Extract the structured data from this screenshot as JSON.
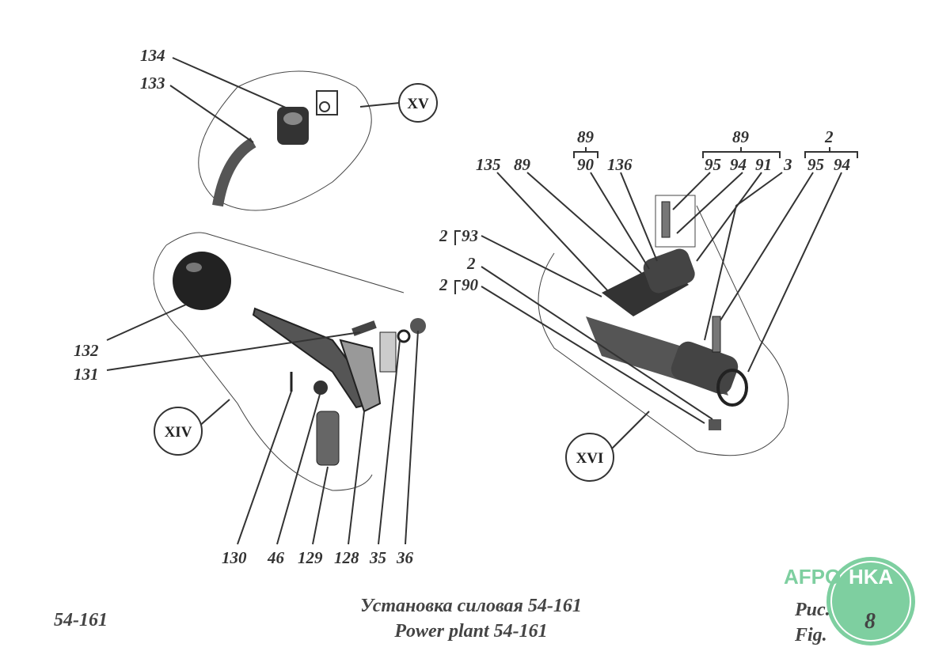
{
  "callouts": {
    "c134": "134",
    "c133": "133",
    "c132": "132",
    "c131": "131",
    "c135": "135",
    "c89a": "89",
    "c89b": "89",
    "c90a": "90",
    "c136": "136",
    "c89c": "89",
    "c95a": "95",
    "c94a": "94",
    "c91": "91",
    "c3": "3",
    "c2top": "2",
    "c95b": "95",
    "c94b": "94",
    "c2_93": "2",
    "c93": "93",
    "c2mid": "2",
    "c2_90": "2",
    "c90b": "90",
    "c130": "130",
    "c46": "46",
    "c129": "129",
    "c128": "128",
    "c35": "35",
    "c36": "36"
  },
  "views": {
    "xiv": "XIV",
    "xv": "XV",
    "xvi": "XVI"
  },
  "footer": {
    "code": "54-161",
    "title_ru": "Установка силовая 54-161",
    "title_en": "Power plant 54-161",
    "fig_ru": "Рис.",
    "fig_en": "Fig.",
    "fig_num": "8"
  },
  "logo": {
    "text": "АГРОНКА",
    "color": "#7ecfa0"
  }
}
